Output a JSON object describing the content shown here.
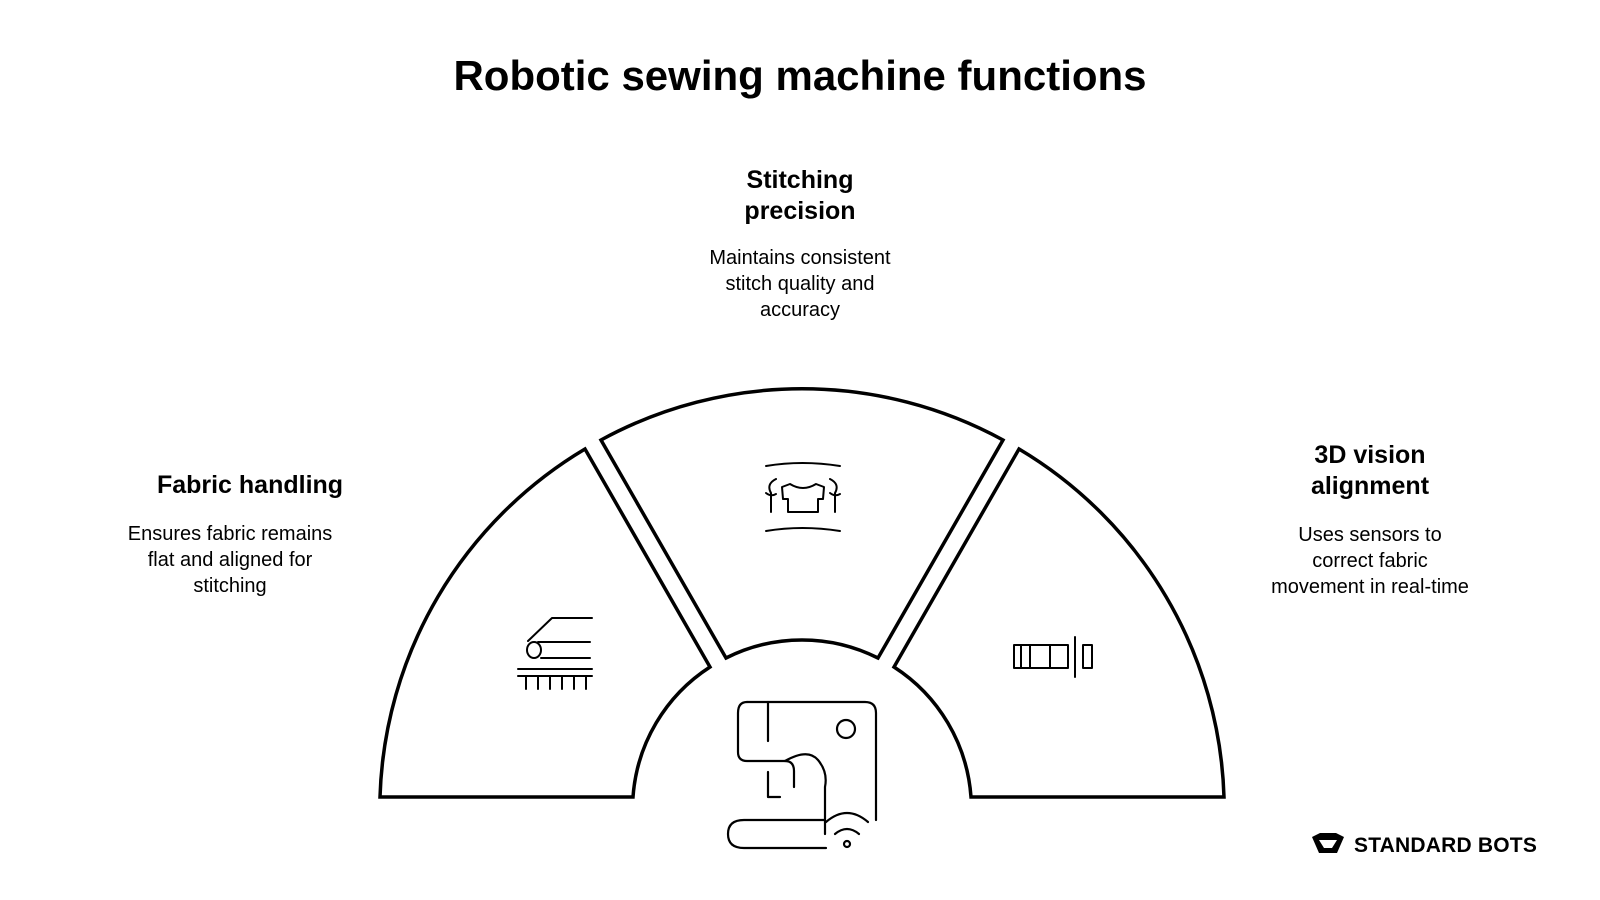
{
  "title": "Robotic sewing machine functions",
  "segments": [
    {
      "heading_lines": [
        "Stitching",
        "precision"
      ],
      "description_lines": [
        "Maintains consistent",
        "stitch quality and",
        "accuracy"
      ],
      "icon": "tshirt-measure-icon"
    },
    {
      "heading_lines": [
        "Fabric handling"
      ],
      "description_lines": [
        "Ensures fabric remains",
        "flat and aligned for",
        "stitching"
      ],
      "icon": "fabric-feed-icon"
    },
    {
      "heading_lines": [
        "3D vision",
        "alignment"
      ],
      "description_lines": [
        "Uses sensors to",
        "correct fabric",
        "movement in real-time"
      ],
      "icon": "fabric-roll-sensor-icon"
    }
  ],
  "center_icon": "robotic-sewing-machine-icon",
  "logo": {
    "text": "STANDARD BOTS",
    "icon": "standard-bots-logo-icon"
  },
  "colors": {
    "stroke": "#000000",
    "background": "#ffffff"
  }
}
